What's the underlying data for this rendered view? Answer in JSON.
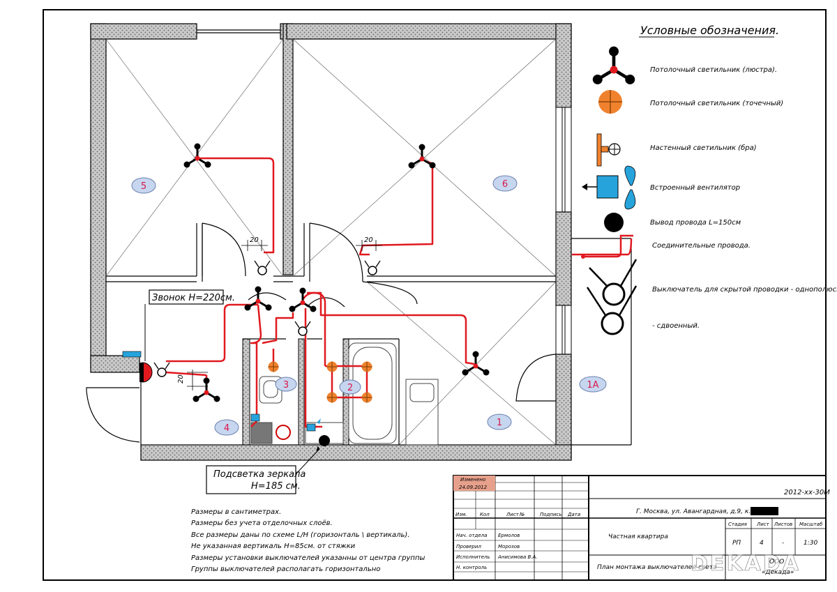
{
  "legend": {
    "title": "Условные обозначения.",
    "items": [
      {
        "icon": "chandelier-icon",
        "label": "Потолочный светильник (люстра)."
      },
      {
        "icon": "spot-light-icon",
        "label": "Потолочный светильник (точечный)"
      },
      {
        "icon": "wall-lamp-icon",
        "label": "Настенный светильник (бра)"
      },
      {
        "icon": "fan-icon",
        "label": "Встроенный вентилятор"
      },
      {
        "icon": "wire-outlet-icon",
        "label": "Вывод провода L=150см"
      },
      {
        "icon": "wire-icon",
        "label": "Соединительные провода."
      },
      {
        "icon": "switch-single-icon",
        "label": "Выключатель для скрытой проводки - однополюсный"
      },
      {
        "icon": "switch-double-icon",
        "label": "- сдвоенный."
      }
    ]
  },
  "rooms": [
    "5",
    "6",
    "3",
    "2",
    "4",
    "1",
    "1А"
  ],
  "callouts": {
    "bell": "Звонок Н=220см.",
    "mirror_line1": "Подсветка зеркала",
    "mirror_line2": "Н=185 см."
  },
  "dimensions": [
    "20",
    "20",
    "20"
  ],
  "notes": [
    "Размеры в сантиметрах.",
    "Размеры без учета отделочных слоёв.",
    "Все размеры даны по схеме L/H (горизонталь \\ вертикаль).",
    "Не указанная вертикаль Н=85см. от стяжки",
    "Размеры установки выключателей указанны от центра группы",
    "Группы выключателей располагать горизонтально"
  ],
  "title_block": {
    "changed_label": "Изменено",
    "changed_date": "24.09.2012",
    "code": "2012-хх-30М",
    "address": "Г. Москва, ул. Авангардная, д.9, к.",
    "headers": [
      "Изм.",
      "Кол",
      "Лист",
      "№",
      "Подпись",
      "Дата"
    ],
    "roles": [
      {
        "role": "Нач. отдела",
        "name": "Ермолов"
      },
      {
        "role": "Проверил",
        "name": "Морозов"
      },
      {
        "role": "Исполнитель",
        "name": "Анисимова В.А."
      },
      {
        "role": "Н. контроль",
        "name": ""
      }
    ],
    "object": "Частная квартира",
    "sheet_title": "План монтажа выключателей света",
    "stage_label": "Стадия",
    "sheet_label": "Лист",
    "sheets_label": "Листов",
    "scale_label": "Масштаб",
    "stage": "РП",
    "sheet": "4",
    "sheets": "-",
    "scale": "1:30",
    "company1": "ООО",
    "company2": "«Декада»",
    "watermark": "DEKADA"
  },
  "colors": {
    "wire": "#e0191f",
    "spot": "#f0822e",
    "fan": "#27a3dc",
    "wall": "#9a9a9a",
    "room_label": "#d8164c"
  }
}
